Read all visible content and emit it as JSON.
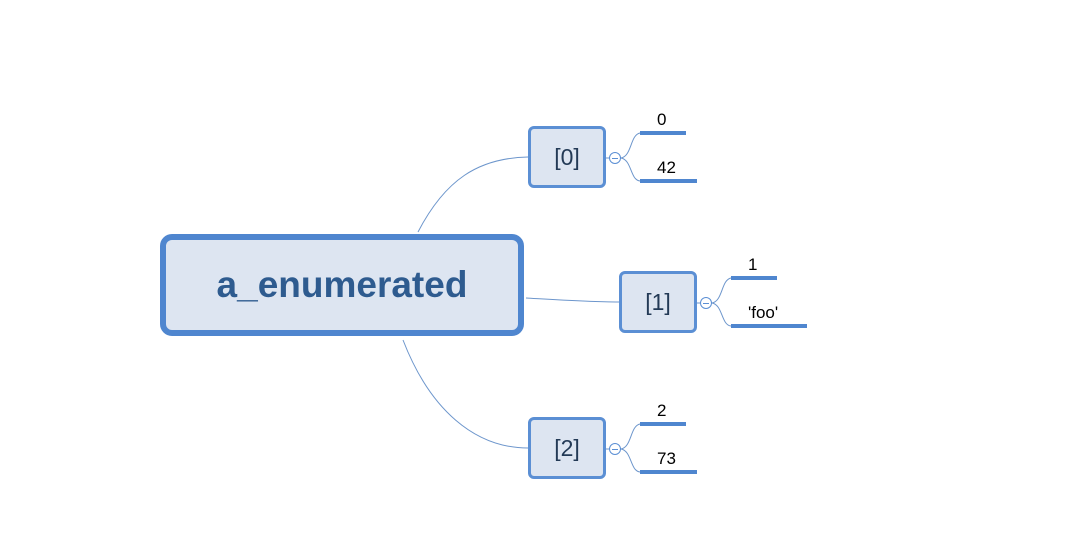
{
  "root": {
    "label": "a_enumerated"
  },
  "children": [
    {
      "label": "[0]",
      "items": [
        "0",
        "42"
      ]
    },
    {
      "label": "[1]",
      "items": [
        "1",
        "'foo'"
      ]
    },
    {
      "label": "[2]",
      "items": [
        "2",
        "73"
      ]
    }
  ],
  "colors": {
    "node_fill": "#dde5f1",
    "node_border": "#4f86cf",
    "root_text": "#2e5b8f",
    "connector": "#6d96cc"
  }
}
